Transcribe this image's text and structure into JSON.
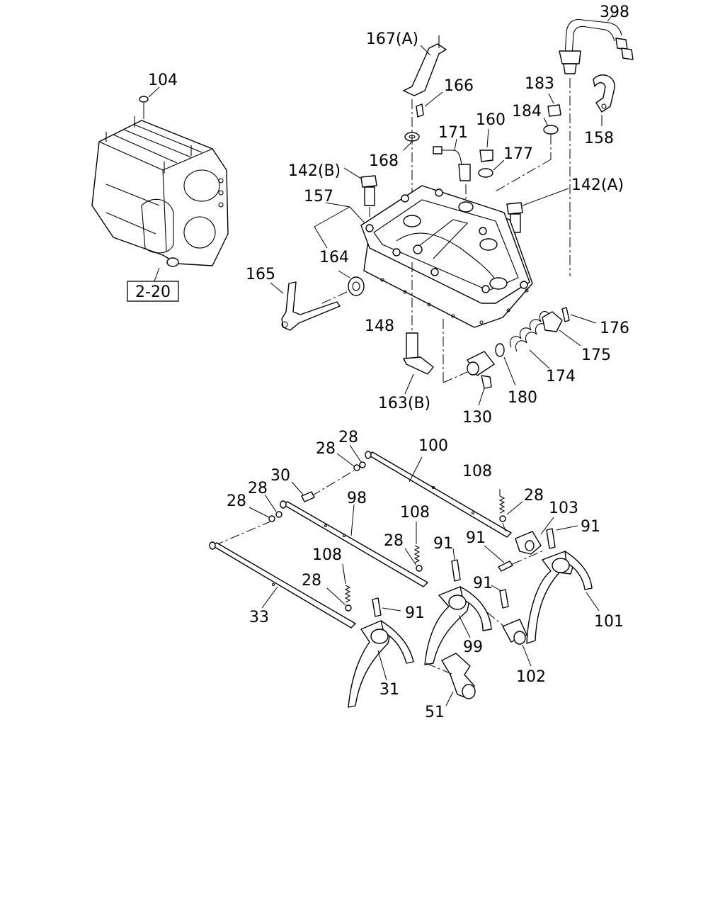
{
  "diagram": {
    "reference_box": "2-20",
    "callouts": {
      "c104": "104",
      "c167a": "167(A)",
      "c166": "166",
      "c168": "168",
      "c171": "171",
      "c160": "160",
      "c177": "177",
      "c183": "183",
      "c184": "184",
      "c398": "398",
      "c158": "158",
      "c142b": "142(B)",
      "c142a": "142(A)",
      "c157": "157",
      "c164": "164",
      "c165": "165",
      "c148": "148",
      "c176": "176",
      "c175": "175",
      "c174": "174",
      "c180": "180",
      "c130": "130",
      "c163b": "163(B)",
      "c100": "100",
      "c28a": "28",
      "c28b": "28",
      "c30": "30",
      "c28c": "28",
      "c28d": "28",
      "c98": "98",
      "c108a": "108",
      "c28e": "28",
      "c103": "103",
      "c91a": "91",
      "c108b": "108",
      "c91b": "91",
      "c91c": "91",
      "c28f": "28",
      "c108c": "108",
      "c28g": "28",
      "c91d": "91",
      "c91e": "91",
      "c33": "33",
      "c101": "101",
      "c99": "99",
      "c102": "102",
      "c31": "31",
      "c51": "51"
    }
  }
}
